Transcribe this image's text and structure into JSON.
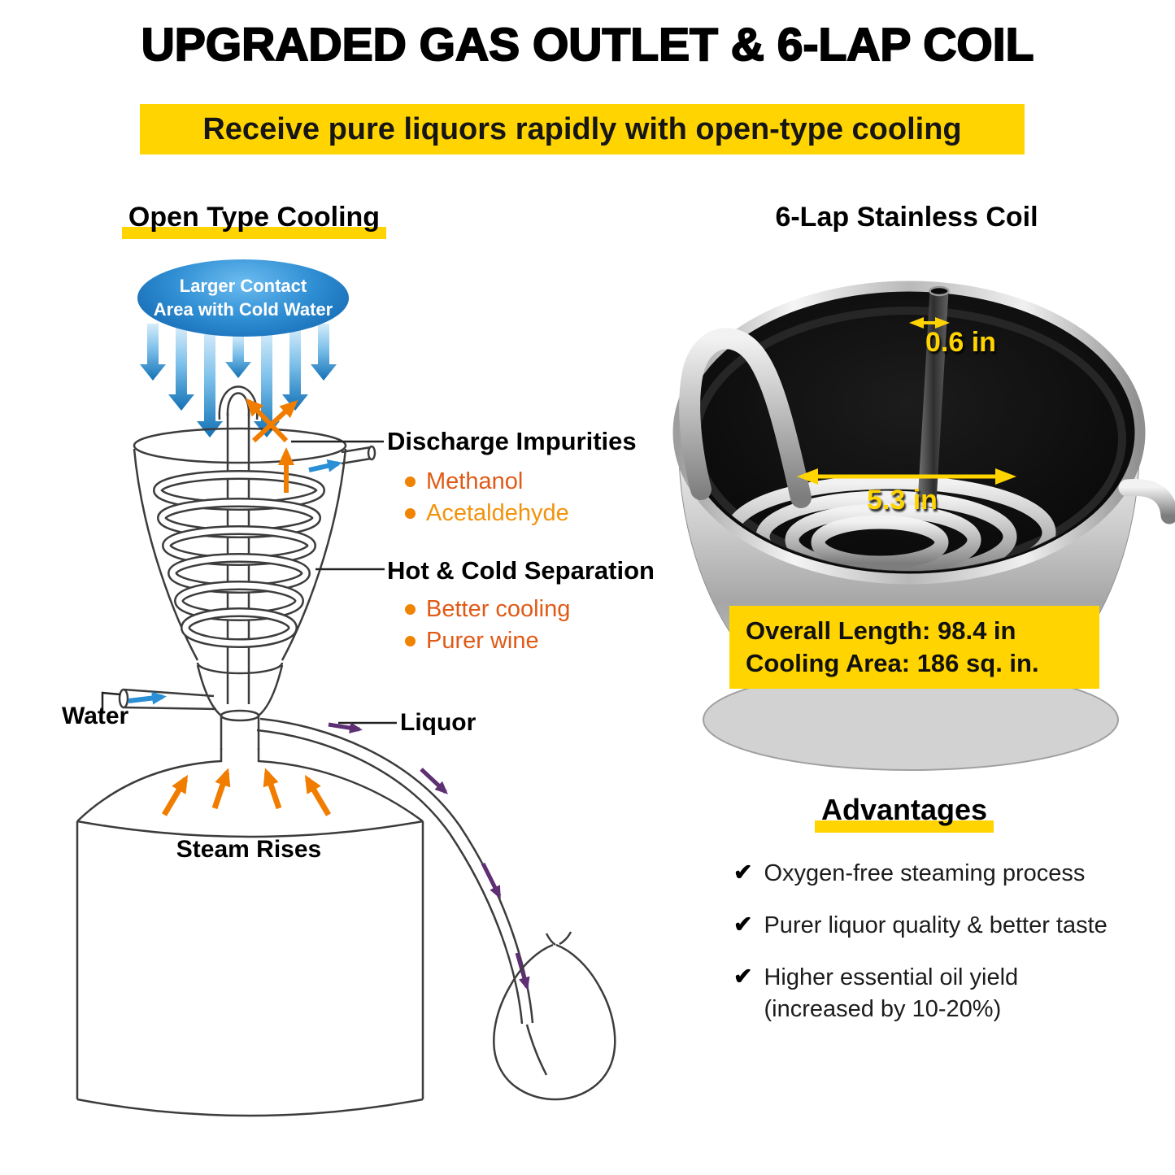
{
  "header": {
    "title": "UPGRADED GAS OUTLET & 6-LAP COIL",
    "banner": "Receive pure liquors rapidly with open-type cooling"
  },
  "left_panel": {
    "heading": "Open Type Cooling",
    "contact_bubble": "Larger Contact\nArea with Cold Water",
    "discharge": {
      "label": "Discharge Impurities",
      "bullets": [
        "Methanol",
        "Acetaldehyde"
      ]
    },
    "separation": {
      "label": "Hot & Cold Separation",
      "bullets": [
        "Better cooling",
        "Purer wine"
      ]
    },
    "water_label": "Water",
    "liquor_label": "Liquor",
    "steam_label": "Steam Rises"
  },
  "right_panel": {
    "heading": "6-Lap Stainless Coil",
    "tube_diameter": "0.6 in",
    "coil_diameter": "5.3 in",
    "specs": {
      "line1": "Overall Length: 98.4 in",
      "line2": "Cooling Area: 186 sq. in."
    },
    "advantages": {
      "heading": "Advantages",
      "items": [
        "Oxygen-free steaming process",
        "Purer liquor quality & better taste",
        "Higher essential oil yield\n(increased by 10-20%)"
      ]
    }
  },
  "icons": {
    "check": "✔"
  },
  "colors": {
    "accent_yellow": "#FFD400",
    "bubble_blue": "#1470B5",
    "arrow_blue": "#2B8FD6",
    "arrow_orange": "#F07D00",
    "arrow_purple": "#5E2F73",
    "bullet_orange": "#F08300",
    "text_orange_dark": "#E05A17",
    "text_orange_light": "#F2930D"
  }
}
